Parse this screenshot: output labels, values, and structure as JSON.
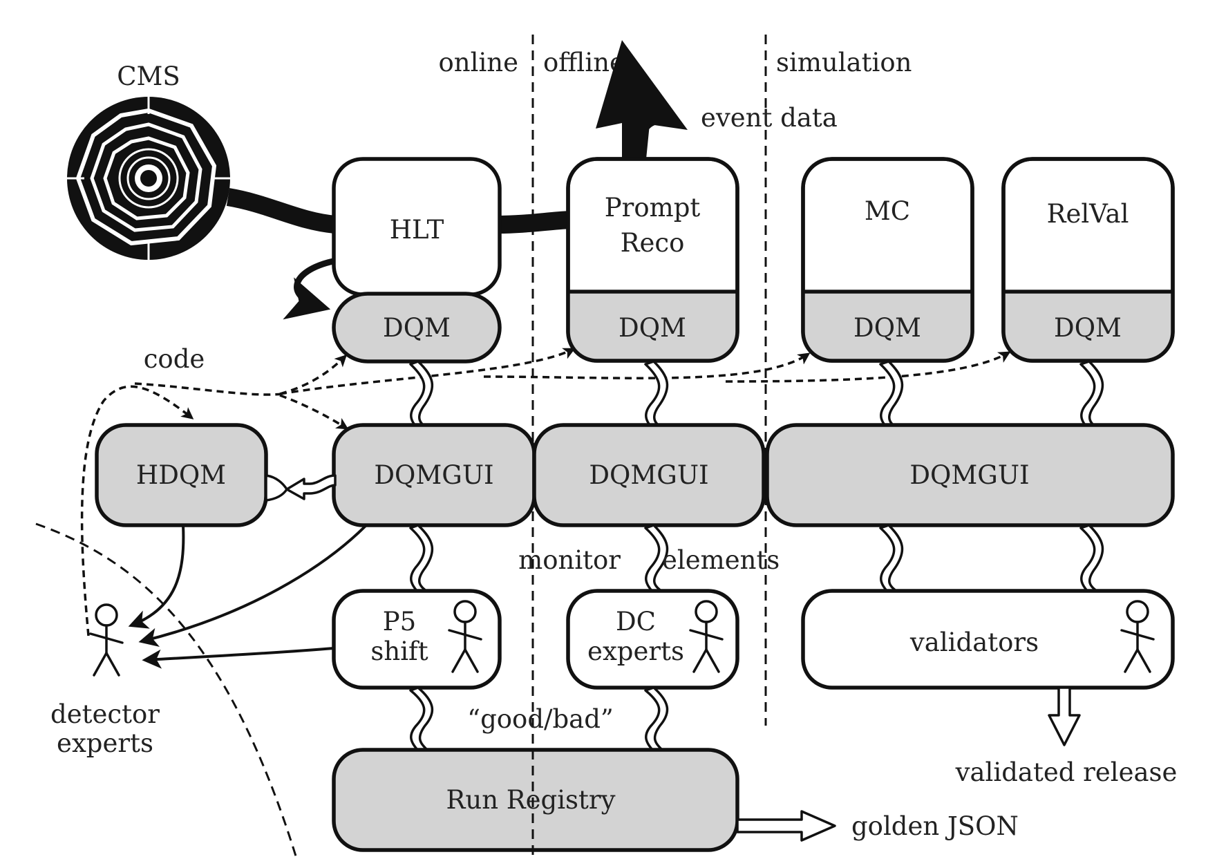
{
  "regions": {
    "online": "online",
    "offline": "offline",
    "simulation": "simulation"
  },
  "detector": {
    "label": "CMS"
  },
  "event_data": "event data",
  "code": "code",
  "boxes": {
    "hlt": "HLT",
    "prompt_reco_line1": "Prompt",
    "prompt_reco_line2": "Reco",
    "mc": "MC",
    "relval": "RelVal",
    "dqm": "DQM",
    "hdqm": "HDQM",
    "dqmgui": "DQMGUI",
    "p5_shift_line1": "P5",
    "p5_shift_line2": "shift",
    "dc_experts_line1": "DC",
    "dc_experts_line2": "experts",
    "validators": "validators",
    "run_registry": "Run Registry"
  },
  "labels": {
    "monitor": "monitor",
    "elements": "elements",
    "good_bad": "“good/bad”",
    "detector_experts_line1": "detector",
    "detector_experts_line2": "experts",
    "validated_release": "validated release",
    "golden_json": "golden JSON"
  }
}
